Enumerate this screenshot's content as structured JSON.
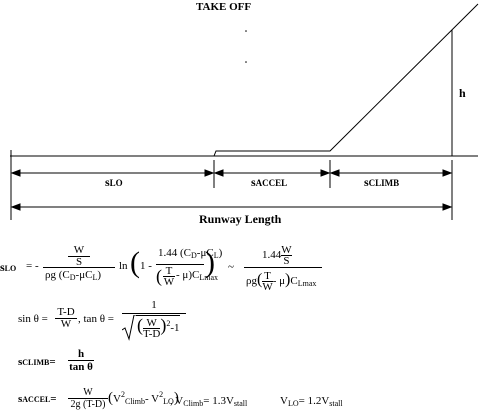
{
  "diagram": {
    "title": "TAKE OFF",
    "height_label": "h",
    "segments": {
      "slo_label": "s",
      "slo_sub": "LO",
      "saccel_label": "s",
      "saccel_sub": "ACCEL",
      "sclimb_label": "s",
      "sclimb_sub": "CLIMB"
    },
    "runway_label": "Runway Length"
  },
  "equations": {
    "slo_lhs": "s",
    "slo_lhs_sub": "LO",
    "slo_eq": "= -",
    "slo_frac_num": "W",
    "slo_frac_num2": "S",
    "slo_den": "ρg (C",
    "slo_den_sub1": "D",
    "slo_den_mid": "-μC",
    "slo_den_sub2": "L",
    "slo_den_end": ")",
    "ln": "ln",
    "one_minus": "1 -",
    "inner_num": "1.44 (C",
    "inner_num_sub1": "D",
    "inner_num_mid": "-μC",
    "inner_num_sub2": "L",
    "inner_num_end": ")",
    "inner_den_T": "T",
    "inner_den_W": "W",
    "inner_den_mu": "- μ",
    "inner_den_C": "C",
    "inner_den_Csub": "Lmax",
    "approx": "~",
    "approx_num": "1.44",
    "approx_num_W": "W",
    "approx_num_S": "S",
    "approx_den_rho": "ρg",
    "approx_den_T": "T",
    "approx_den_W": "W",
    "approx_den_mu": "- μ",
    "approx_den_C": "C",
    "approx_den_Csub": "Lmax",
    "sin_lhs": "sin θ =",
    "sin_num": "T-D",
    "sin_den": "W",
    "tan_sep": ", tan θ =",
    "tan_num": "1",
    "tan_den_W": "W",
    "tan_den_TD": "T-D",
    "tan_den_sq": "2",
    "tan_den_minus": "-1",
    "sclimb_lhs": "s",
    "sclimb_lhs_sub": "CLIMB",
    "sclimb_eq": "=",
    "sclimb_num": "h",
    "sclimb_den": "tan θ",
    "saccel_lhs": "s",
    "saccel_lhs_sub": "ACCEL",
    "saccel_eq": "=",
    "saccel_num": "W",
    "saccel_den": "2g (T-D)",
    "saccel_rhs_V1": "V",
    "saccel_rhs_V1sub": "Climb",
    "saccel_rhs_sq": "2",
    "saccel_rhs_minus": "- V",
    "saccel_rhs_V2sub": "LO",
    "saccel_rhs_sq2": "2",
    "vclimb_text": ", V",
    "vclimb_sub": "Climb",
    "vclimb_eq": "= 1.3V",
    "vclimb_stall": "stall",
    "vlo_text": "V",
    "vlo_sub": "LO",
    "vlo_eq": "= 1.2V",
    "vlo_stall": "stall"
  }
}
